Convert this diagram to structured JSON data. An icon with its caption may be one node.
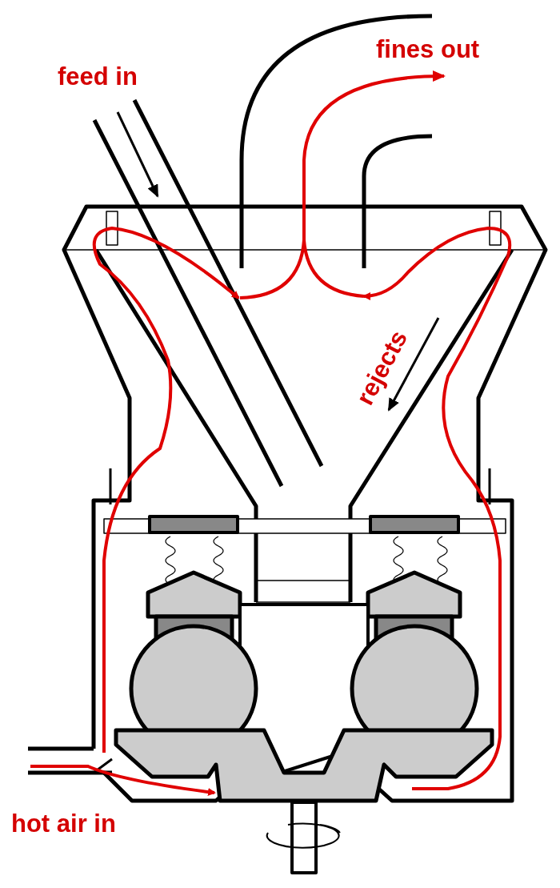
{
  "diagram": {
    "labels": [
      "feed in",
      "fines out",
      "rejects",
      "hot air in"
    ]
  }
}
